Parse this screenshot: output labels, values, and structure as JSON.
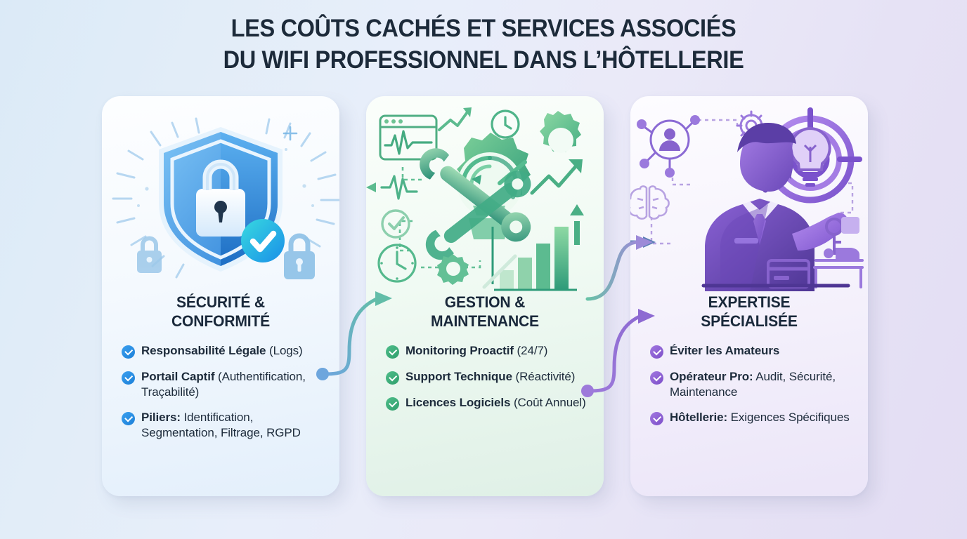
{
  "title": {
    "line1": "LES COÛTS CACHÉS ET SERVICES ASSOCIÉS",
    "line2": "DU WIFI PROFESSIONNEL DANS L’HÔTELLERIE",
    "color": "#1c2a3a"
  },
  "theme": {
    "background_left": "#dbeaf7",
    "background_right": "#e3ddf3",
    "blue": "#2f8fe0",
    "green": "#3fae7a",
    "purple": "#8b5fd0",
    "text": "#1d2b3b"
  },
  "cards": [
    {
      "id": "securite-conformite",
      "heading_line1": "SÉCURITÉ &",
      "heading_line2": "CONFORMITÉ",
      "accent": "#2f8fe0",
      "illustration": "shield-lock-illustration",
      "illustration_icons": [
        "shield-icon",
        "padlock-icon",
        "check-badge-icon",
        "small-padlock-icon",
        "sparkle-icon"
      ],
      "bullets": [
        {
          "bold": "Responsabilité Légale",
          "rest": " (Logs)"
        },
        {
          "bold": "Portail Captif",
          "rest": " (Authentification, Traçabilité)"
        },
        {
          "bold": "Piliers:",
          "rest": " Identification, Segmentation, Filtrage, RGPD"
        }
      ]
    },
    {
      "id": "gestion-maintenance",
      "heading_line1": "GESTION &",
      "heading_line2": "MAINTENANCE",
      "accent": "#3fae7a",
      "illustration": "gears-wrench-monitoring-illustration",
      "illustration_icons": [
        "gear-icon",
        "wrench-icon",
        "clock-icon",
        "heartbeat-monitor-icon",
        "bar-chart-icon",
        "trend-arrow-icon",
        "check-circle-icon"
      ],
      "bullets": [
        {
          "bold": "Monitoring Proactif",
          "rest": " (24/7)"
        },
        {
          "bold": "Support Technique",
          "rest": " (Réactivité)"
        },
        {
          "bold": "Licences Logiciels",
          "rest": " (Coût Annuel)"
        }
      ]
    },
    {
      "id": "expertise-specialisee",
      "heading_line1": "EXPERTISE",
      "heading_line2": "SPÉCIALISÉE",
      "accent": "#8b5fd0",
      "illustration": "expert-consultant-illustration",
      "illustration_icons": [
        "businessman-icon",
        "network-nodes-icon",
        "brain-icon",
        "gear-icon",
        "target-lightbulb-icon",
        "key-icon",
        "credit-card-icon",
        "bed-icon",
        "arrow-icon"
      ],
      "bullets": [
        {
          "bold": "Éviter les Amateurs",
          "rest": ""
        },
        {
          "bold": "Opérateur Pro:",
          "rest": " Audit, Sécurité, Maintenance"
        },
        {
          "bold": "Hôtellerie:",
          "rest": " Exigences Spécifiques"
        }
      ]
    }
  ],
  "connectors": [
    {
      "id": "connector-1-to-2",
      "from": "securite-conformite",
      "to": "gestion-maintenance",
      "color": "#74a9dd"
    },
    {
      "id": "connector-2-to-3",
      "from": "gestion-maintenance",
      "to": "expertise-specialisee",
      "color": "#69c0a0"
    },
    {
      "id": "connector-3-inbound",
      "from": "gestion-maintenance",
      "to": "expertise-specialisee",
      "color": "#9d7ada"
    }
  ]
}
